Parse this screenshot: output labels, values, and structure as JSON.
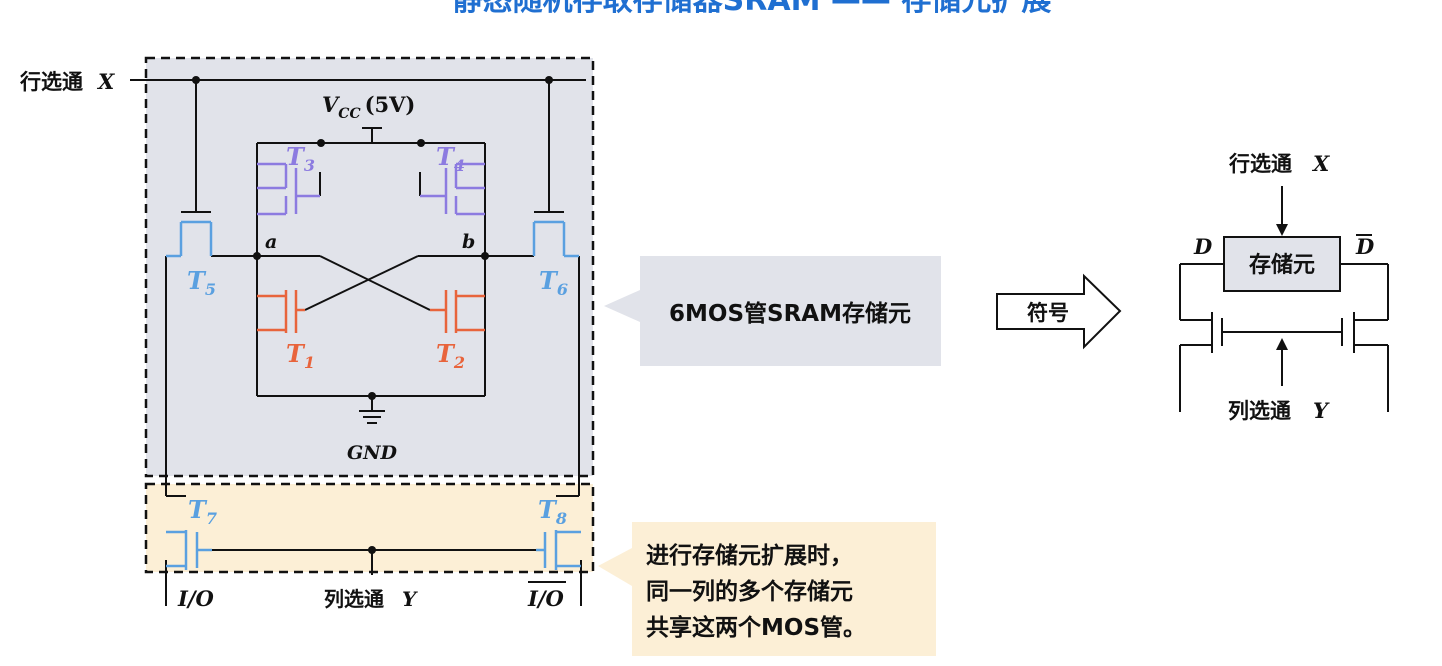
{
  "title": "静态随机存取存储器SRAM —— 存储元扩展",
  "circuit": {
    "row_select": "行选通",
    "row_var": "X",
    "vcc": "V",
    "vcc_sub": "CC",
    "vcc_val": "(5V)",
    "gnd": "GND",
    "node_a": "a",
    "node_b": "b",
    "t1": "T",
    "t1_sub": "1",
    "t2": "T",
    "t2_sub": "2",
    "t3": "T",
    "t3_sub": "3",
    "t4": "T",
    "t4_sub": "4",
    "t5": "T",
    "t5_sub": "5",
    "t6": "T",
    "t6_sub": "6",
    "t7": "T",
    "t7_sub": "7",
    "t8": "T",
    "t8_sub": "8",
    "io": "I/O",
    "io_bar": "I/O",
    "col_select": "列选通",
    "col_var": "Y"
  },
  "callout_gray": "6MOS管SRAM存储元",
  "callout_yellow": [
    "进行存储元扩展时，",
    "同一列的多个存储元",
    "共享这两个MOS管。"
  ],
  "symbol_arrow_label": "符号",
  "symbol": {
    "row_select": "行选通",
    "row_var": "X",
    "cell_label": "存储元",
    "d": "D",
    "d_bar": "D",
    "col_select": "列选通",
    "col_var": "Y"
  },
  "colors": {
    "title": "#1f6fd1",
    "pmos": "#8c7be0",
    "nmos": "#e8643c",
    "access": "#5aa0e0",
    "gray_panel": "#e1e3ea",
    "yellow_panel": "#fcefd6",
    "wire": "#111111"
  }
}
